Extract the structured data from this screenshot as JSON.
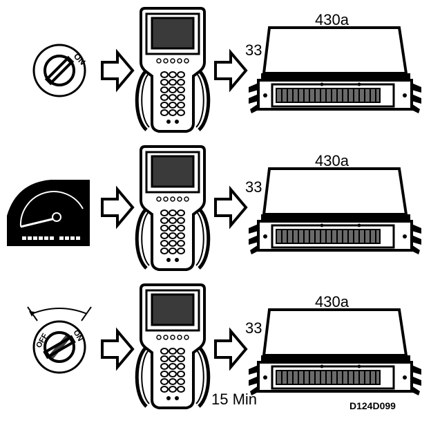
{
  "rows": [
    {
      "ecu_label": "430a",
      "connector_label": "33",
      "source": "ignition-key-on",
      "key_text": "ON"
    },
    {
      "ecu_label": "430a",
      "connector_label": "33",
      "source": "speedometer-cluster"
    },
    {
      "ecu_label": "430a",
      "connector_label": "33",
      "source": "ignition-key-off-on",
      "key_text_off": "OFF",
      "key_text_on": "ON",
      "duration": "15 Min"
    }
  ],
  "figure_id": "D124D099",
  "icons": [
    "ignition-switch-icon",
    "instrument-cluster-icon",
    "scan-tool-icon",
    "arrow-right-icon",
    "ecu-module-icon"
  ]
}
